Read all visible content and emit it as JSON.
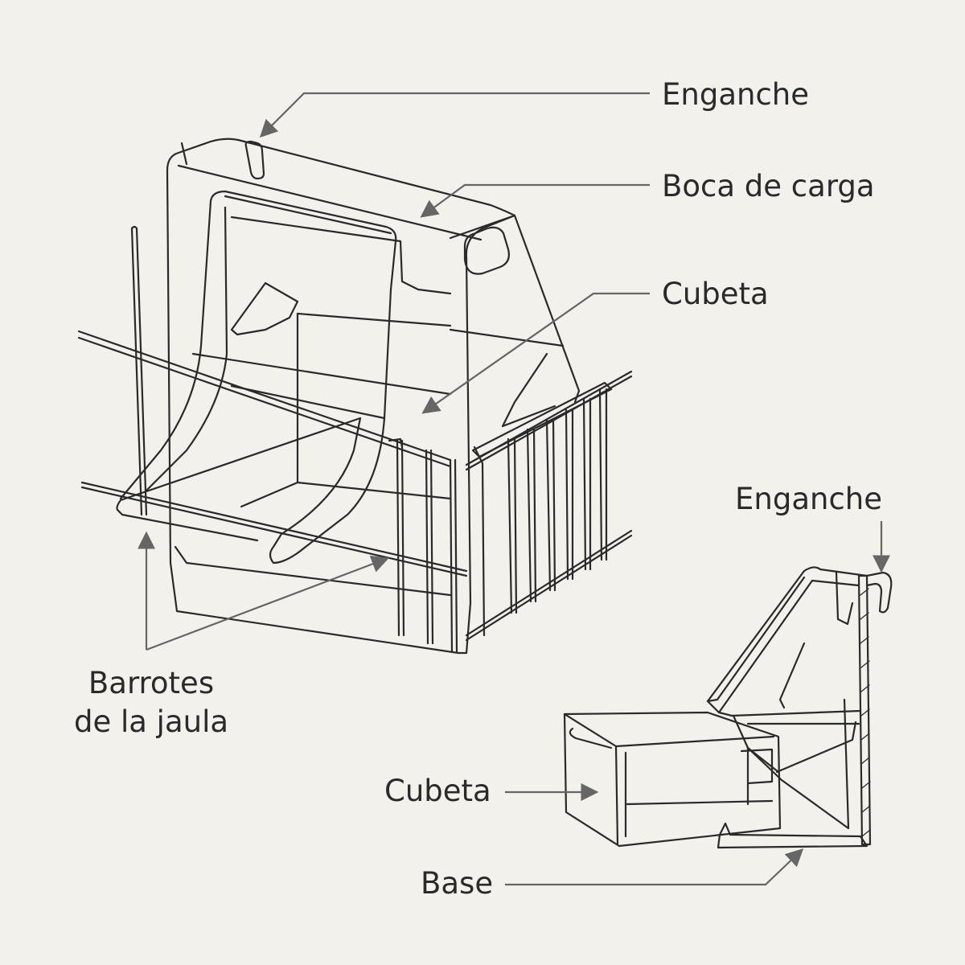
{
  "labels": {
    "top_hook": "Enganche",
    "loading_mouth": "Boca de carga",
    "top_tray": "Cubeta",
    "cage_bars_line1": "Barrotes",
    "cage_bars_line2": "de la jaula",
    "side_hook": "Enganche",
    "side_tray": "Cubeta",
    "base": "Base"
  },
  "colors": {
    "background": "#f2f1ec",
    "line": "#2a2a2a",
    "arrow": "#666666",
    "text": "#2a2a2a"
  }
}
